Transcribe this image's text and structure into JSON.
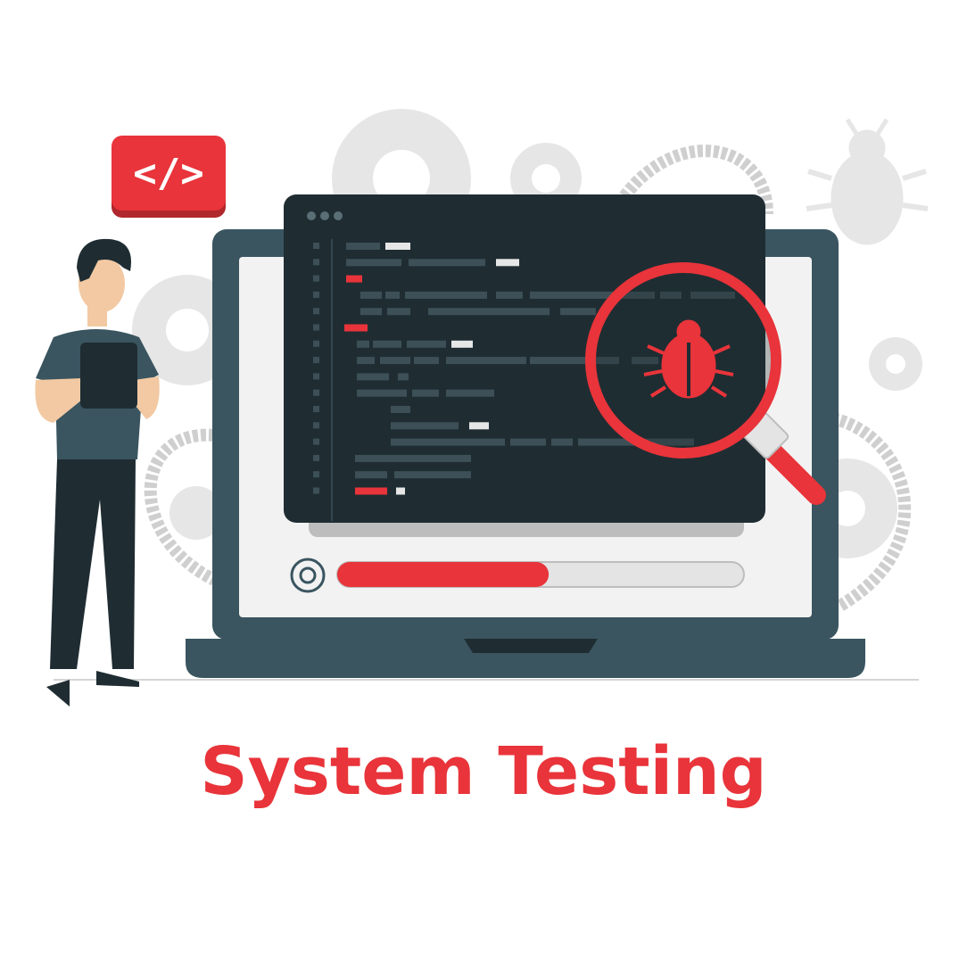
{
  "title": "System Testing",
  "code_badge": {
    "label": "</>"
  },
  "progress": {
    "fraction": 0.52
  },
  "colors": {
    "accent": "#e8343a",
    "dark": "#1f2d33",
    "laptop": "#3a5560",
    "gray": "#e4e4e4",
    "code_gray": "#3d5057",
    "code_light": "#e6e6e6"
  },
  "icons": [
    "code-tag-icon",
    "bug-icon",
    "gear-icon",
    "magnifying-glass-icon",
    "developer-figure"
  ]
}
